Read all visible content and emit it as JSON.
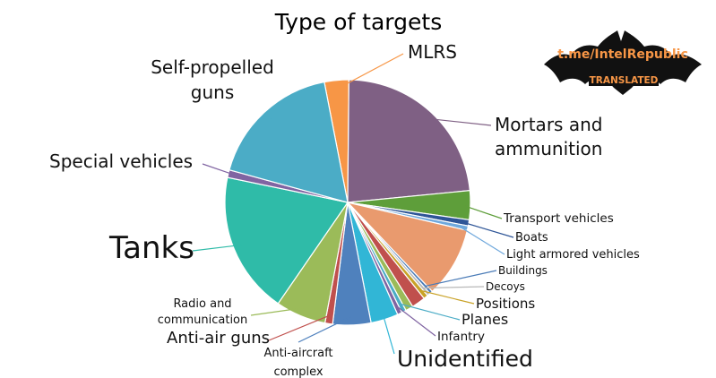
{
  "chart_data": {
    "type": "pie",
    "title": "Type of targets",
    "slices": [
      {
        "label": "MLRS",
        "value": 3.2,
        "color": "#F79646"
      },
      {
        "label": "Mortars and ammunition",
        "value": 23.2,
        "color": "#7F6084"
      },
      {
        "label": "Transport vehicles",
        "value": 3.8,
        "color": "#5E9E3A"
      },
      {
        "label": "Boats",
        "value": 0.8,
        "color": "#2E5597"
      },
      {
        "label": "Light armored vehicles",
        "value": 0.6,
        "color": "#6FA8DC"
      },
      {
        "label": "",
        "value": 9.2,
        "color": "#E99A6E"
      },
      {
        "label": "Buildings",
        "value": 0.4,
        "color": "#4A7BB7"
      },
      {
        "label": "Decoys",
        "value": 0.4,
        "color": "#B8B8B8"
      },
      {
        "label": "Positions",
        "value": 0.6,
        "color": "#C9A227"
      },
      {
        "label": "",
        "value": 1.8,
        "color": "#C0504D"
      },
      {
        "label": "",
        "value": 1.0,
        "color": "#9BBB59"
      },
      {
        "label": "Planes",
        "value": 0.6,
        "color": "#4BACC6"
      },
      {
        "label": "Infantry",
        "value": 0.6,
        "color": "#8064A2"
      },
      {
        "label": "Unidentified",
        "value": 3.6,
        "color": "#31B6D6"
      },
      {
        "label": "Anti-aircraft complex",
        "value": 5.0,
        "color": "#4F81BD"
      },
      {
        "label": "Anti-air guns",
        "value": 1.0,
        "color": "#C0504D"
      },
      {
        "label": "Radio and communication",
        "value": 6.6,
        "color": "#9BBB59"
      },
      {
        "label": "Tanks",
        "value": 18.6,
        "color": "#2FBBA8"
      },
      {
        "label": "Special vehicles",
        "value": 1.0,
        "color": "#8064A2"
      },
      {
        "label": "Self-propelled guns",
        "value": 17.6,
        "color": "#4BACC6"
      }
    ]
  },
  "watermark": {
    "channel": "t.me/IntelRepublic",
    "tag": "TRANSLATED"
  }
}
